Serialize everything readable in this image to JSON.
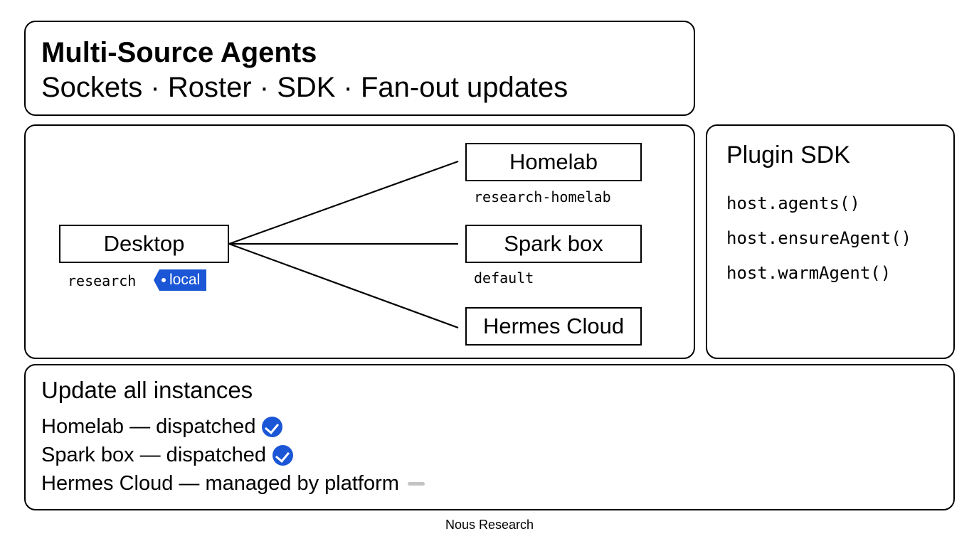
{
  "header": {
    "title": "Multi-Source Agents",
    "subtitle": "Sockets · Roster · SDK · Fan-out updates"
  },
  "diagram": {
    "source": {
      "label": "Desktop",
      "profile": "research",
      "tag": "local"
    },
    "targets": [
      {
        "label": "Homelab",
        "profile": "research-homelab"
      },
      {
        "label": "Spark box",
        "profile": "default"
      },
      {
        "label": "Hermes Cloud",
        "profile": ""
      }
    ]
  },
  "sdk": {
    "title": "Plugin SDK",
    "methods": [
      "host.agents()",
      "host.ensureAgent()",
      "host.warmAgent()"
    ]
  },
  "updates": {
    "title": "Update all instances",
    "rows": [
      {
        "text": "Homelab — dispatched",
        "status_icon": "check-icon"
      },
      {
        "text": "Spark box — dispatched",
        "status_icon": "check-icon"
      },
      {
        "text": "Hermes Cloud — managed by platform",
        "status_icon": "dash-icon"
      }
    ]
  },
  "footer": {
    "text": "Nous Research"
  },
  "colors": {
    "accent": "#1a56d6",
    "muted": "#c4c4c4",
    "ink": "#000000"
  }
}
